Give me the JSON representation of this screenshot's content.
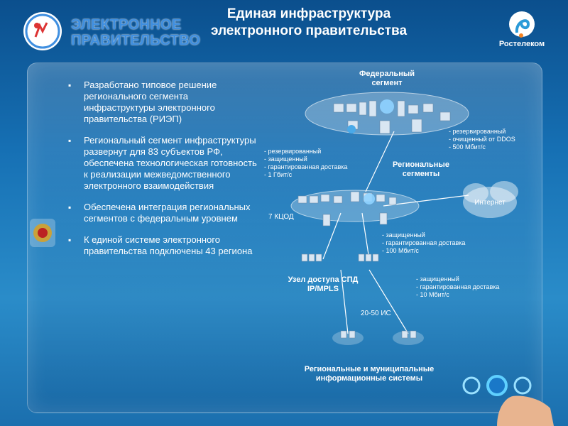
{
  "header": {
    "title_line1": "Единая инфраструктура",
    "title_line2": "электронного правительства"
  },
  "logo": {
    "line1": "ЭЛЕКТРОННОЕ",
    "line2": "ПРАВИТЕЛЬСТВО"
  },
  "brand": {
    "name": "Ростелеком"
  },
  "bullets": [
    "Разработано  типовое решение регионального сегмента инфраструктуры электронного правительства (РИЭП)",
    "Региональный  сегмент инфраструктуры развернут для 83 субъектов РФ, обеспечена технологическая готовность к реализации  межведомственного электронного взаимодействия",
    "Обеспечена интеграция региональных сегментов с федеральным уровнем",
    "К единой системе электронного правительства подключены 43 региона"
  ],
  "diagram": {
    "federal_line1": "Федеральный",
    "federal_line2": "сегмент",
    "regional_line1": "Региональные",
    "regional_line2": "сегменты",
    "internet": "Интернет",
    "kcod": "7 КЦОД",
    "node_line1": "Узел доступа СПД",
    "node_line2": "IP/MPLS",
    "is_count": "20-50 ИС",
    "bottom_line1": "Региональные и муниципальные",
    "bottom_line2": "информационные системы",
    "link_federal_regional": [
      "- резервированный",
      "- защищенный",
      "- гарантированная доставка",
      "- 1 Гбит/с"
    ],
    "link_federal_internet": [
      "- резервированный",
      "- очищенный от DDOS",
      "- 500 Мбит/с"
    ],
    "link_regional_node": [
      "- защищенный",
      "- гарантированная доставка",
      "- 100 Мбит/с"
    ],
    "link_node_is": [
      "- защищенный",
      "- гарантированная доставка",
      "- 10 Мбит/с"
    ]
  },
  "colors": {
    "background": "#1670b4",
    "logo_blue": "#3f8fe0",
    "brand_blue": "#2a9ad8",
    "button_glow": "#5fd0ff"
  },
  "icons": [
    "hand-cursor-icon",
    "rostelecom-logo-icon",
    "coat-of-arms-icon",
    "server-icon",
    "cloud-icon"
  ]
}
